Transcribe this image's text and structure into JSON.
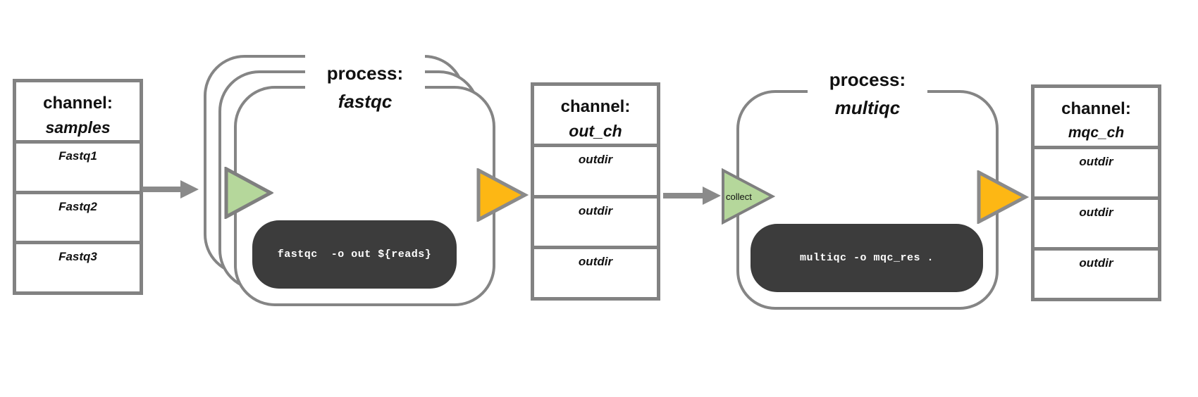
{
  "colors": {
    "border_gray": "#828282",
    "arrow_gray": "#8a8a8a",
    "triangle_green": "#b5d79b",
    "triangle_orange": "#fdb714",
    "code_box_dark": "#3c3c3c",
    "code_text": "#ffffff"
  },
  "channels": [
    {
      "kind": "channel:",
      "name": "samples",
      "items": [
        "Fastq1",
        "Fastq2",
        "Fastq3"
      ]
    },
    {
      "kind": "channel:",
      "name": "out_ch",
      "items": [
        "outdir",
        "outdir",
        "outdir"
      ]
    },
    {
      "kind": "channel:",
      "name": "mqc_ch",
      "items": [
        "outdir",
        "outdir",
        "outdir"
      ]
    }
  ],
  "processes": [
    {
      "kind": "process:",
      "name": "fastqc",
      "command": "fastqc  -o out ${reads}"
    },
    {
      "kind": "process:",
      "name": "multiqc",
      "command": "multiqc -o mqc_res .",
      "collect_label": "collect"
    }
  ]
}
